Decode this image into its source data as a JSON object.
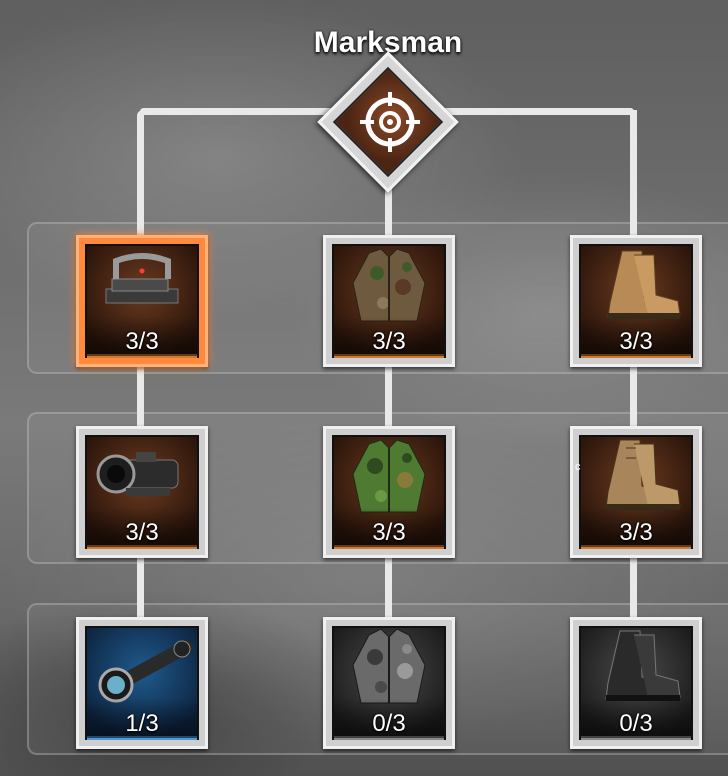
{
  "tree": {
    "title": "Marksman",
    "root_icon": "crosshair-target-icon",
    "stray_glyph": "c",
    "colors": {
      "selected": "#ff8a3d",
      "brown_tier": "#d27a2e",
      "blue_tier": "#4c9ad8",
      "locked": "#8a8a8a"
    },
    "rows": [
      {
        "nodes": [
          {
            "name": "red-dot-sight",
            "icon": "red-dot-sight-icon",
            "count": "3/3",
            "tier": "brown",
            "selected": true
          },
          {
            "name": "camo-jacket",
            "icon": "camo-jacket-icon",
            "count": "3/3",
            "tier": "brown",
            "selected": false
          },
          {
            "name": "desert-boots",
            "icon": "desert-boots-icon",
            "count": "3/3",
            "tier": "brown",
            "selected": false
          }
        ]
      },
      {
        "nodes": [
          {
            "name": "tactical-scope",
            "icon": "tactical-scope-icon",
            "count": "3/3",
            "tier": "brown",
            "selected": false
          },
          {
            "name": "green-camo-jacket",
            "icon": "green-camo-jacket-icon",
            "count": "3/3",
            "tier": "brown",
            "selected": false
          },
          {
            "name": "tan-combat-boots",
            "icon": "tan-combat-boots-icon",
            "count": "3/3",
            "tier": "brown",
            "selected": false
          }
        ]
      },
      {
        "nodes": [
          {
            "name": "sniper-scope",
            "icon": "sniper-scope-icon",
            "count": "1/3",
            "tier": "blue",
            "selected": false
          },
          {
            "name": "urban-camo-jacket",
            "icon": "urban-camo-jacket-icon",
            "count": "0/3",
            "tier": "gray",
            "selected": false
          },
          {
            "name": "black-combat-boots",
            "icon": "black-combat-boots-icon",
            "count": "0/3",
            "tier": "gray",
            "selected": false
          }
        ]
      }
    ]
  }
}
